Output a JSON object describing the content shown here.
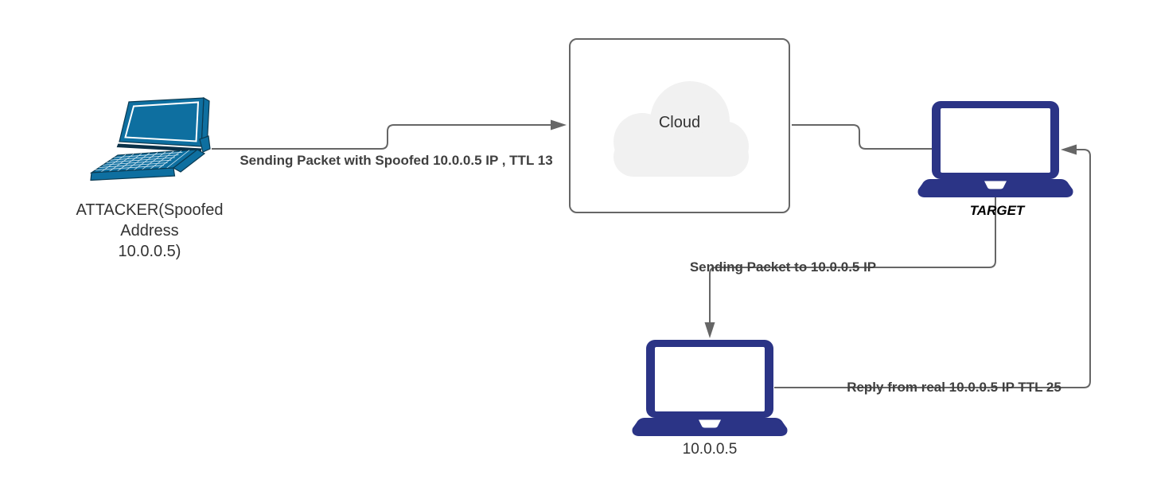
{
  "colors": {
    "background": "#ffffff",
    "connector": "#666666",
    "edge_label": "#3f3f3f",
    "node_label": "#333333",
    "flat_laptop": "#2b3486",
    "laptop_3d": "#0e6fa0",
    "cloud_fill": "#f1f1f1",
    "cloud_box_border": "#666666"
  },
  "nodes": {
    "attacker": {
      "label": "ATTACKER(Spoofed\nAddress\n10.0.0.5)"
    },
    "cloud": {
      "label": "Cloud"
    },
    "target": {
      "label": "TARGET"
    },
    "real_host": {
      "label": "10.0.0.5"
    }
  },
  "edges": {
    "attacker_to_cloud": {
      "from": "attacker",
      "to": "cloud",
      "arrow": "end",
      "label": "Sending Packet with Spoofed 10.0.0.5 IP , TTL 13"
    },
    "cloud_to_target": {
      "from": "cloud",
      "to": "target",
      "arrow": "none",
      "label": ""
    },
    "target_to_real_host": {
      "from": "target",
      "to": "real_host",
      "arrow": "end",
      "label": "Sending Packet to 10.0.0.5 IP"
    },
    "real_host_to_target": {
      "from": "real_host",
      "to": "target",
      "arrow": "end",
      "label": "Reply from real 10.0.0.5 IP TTL 25"
    }
  }
}
